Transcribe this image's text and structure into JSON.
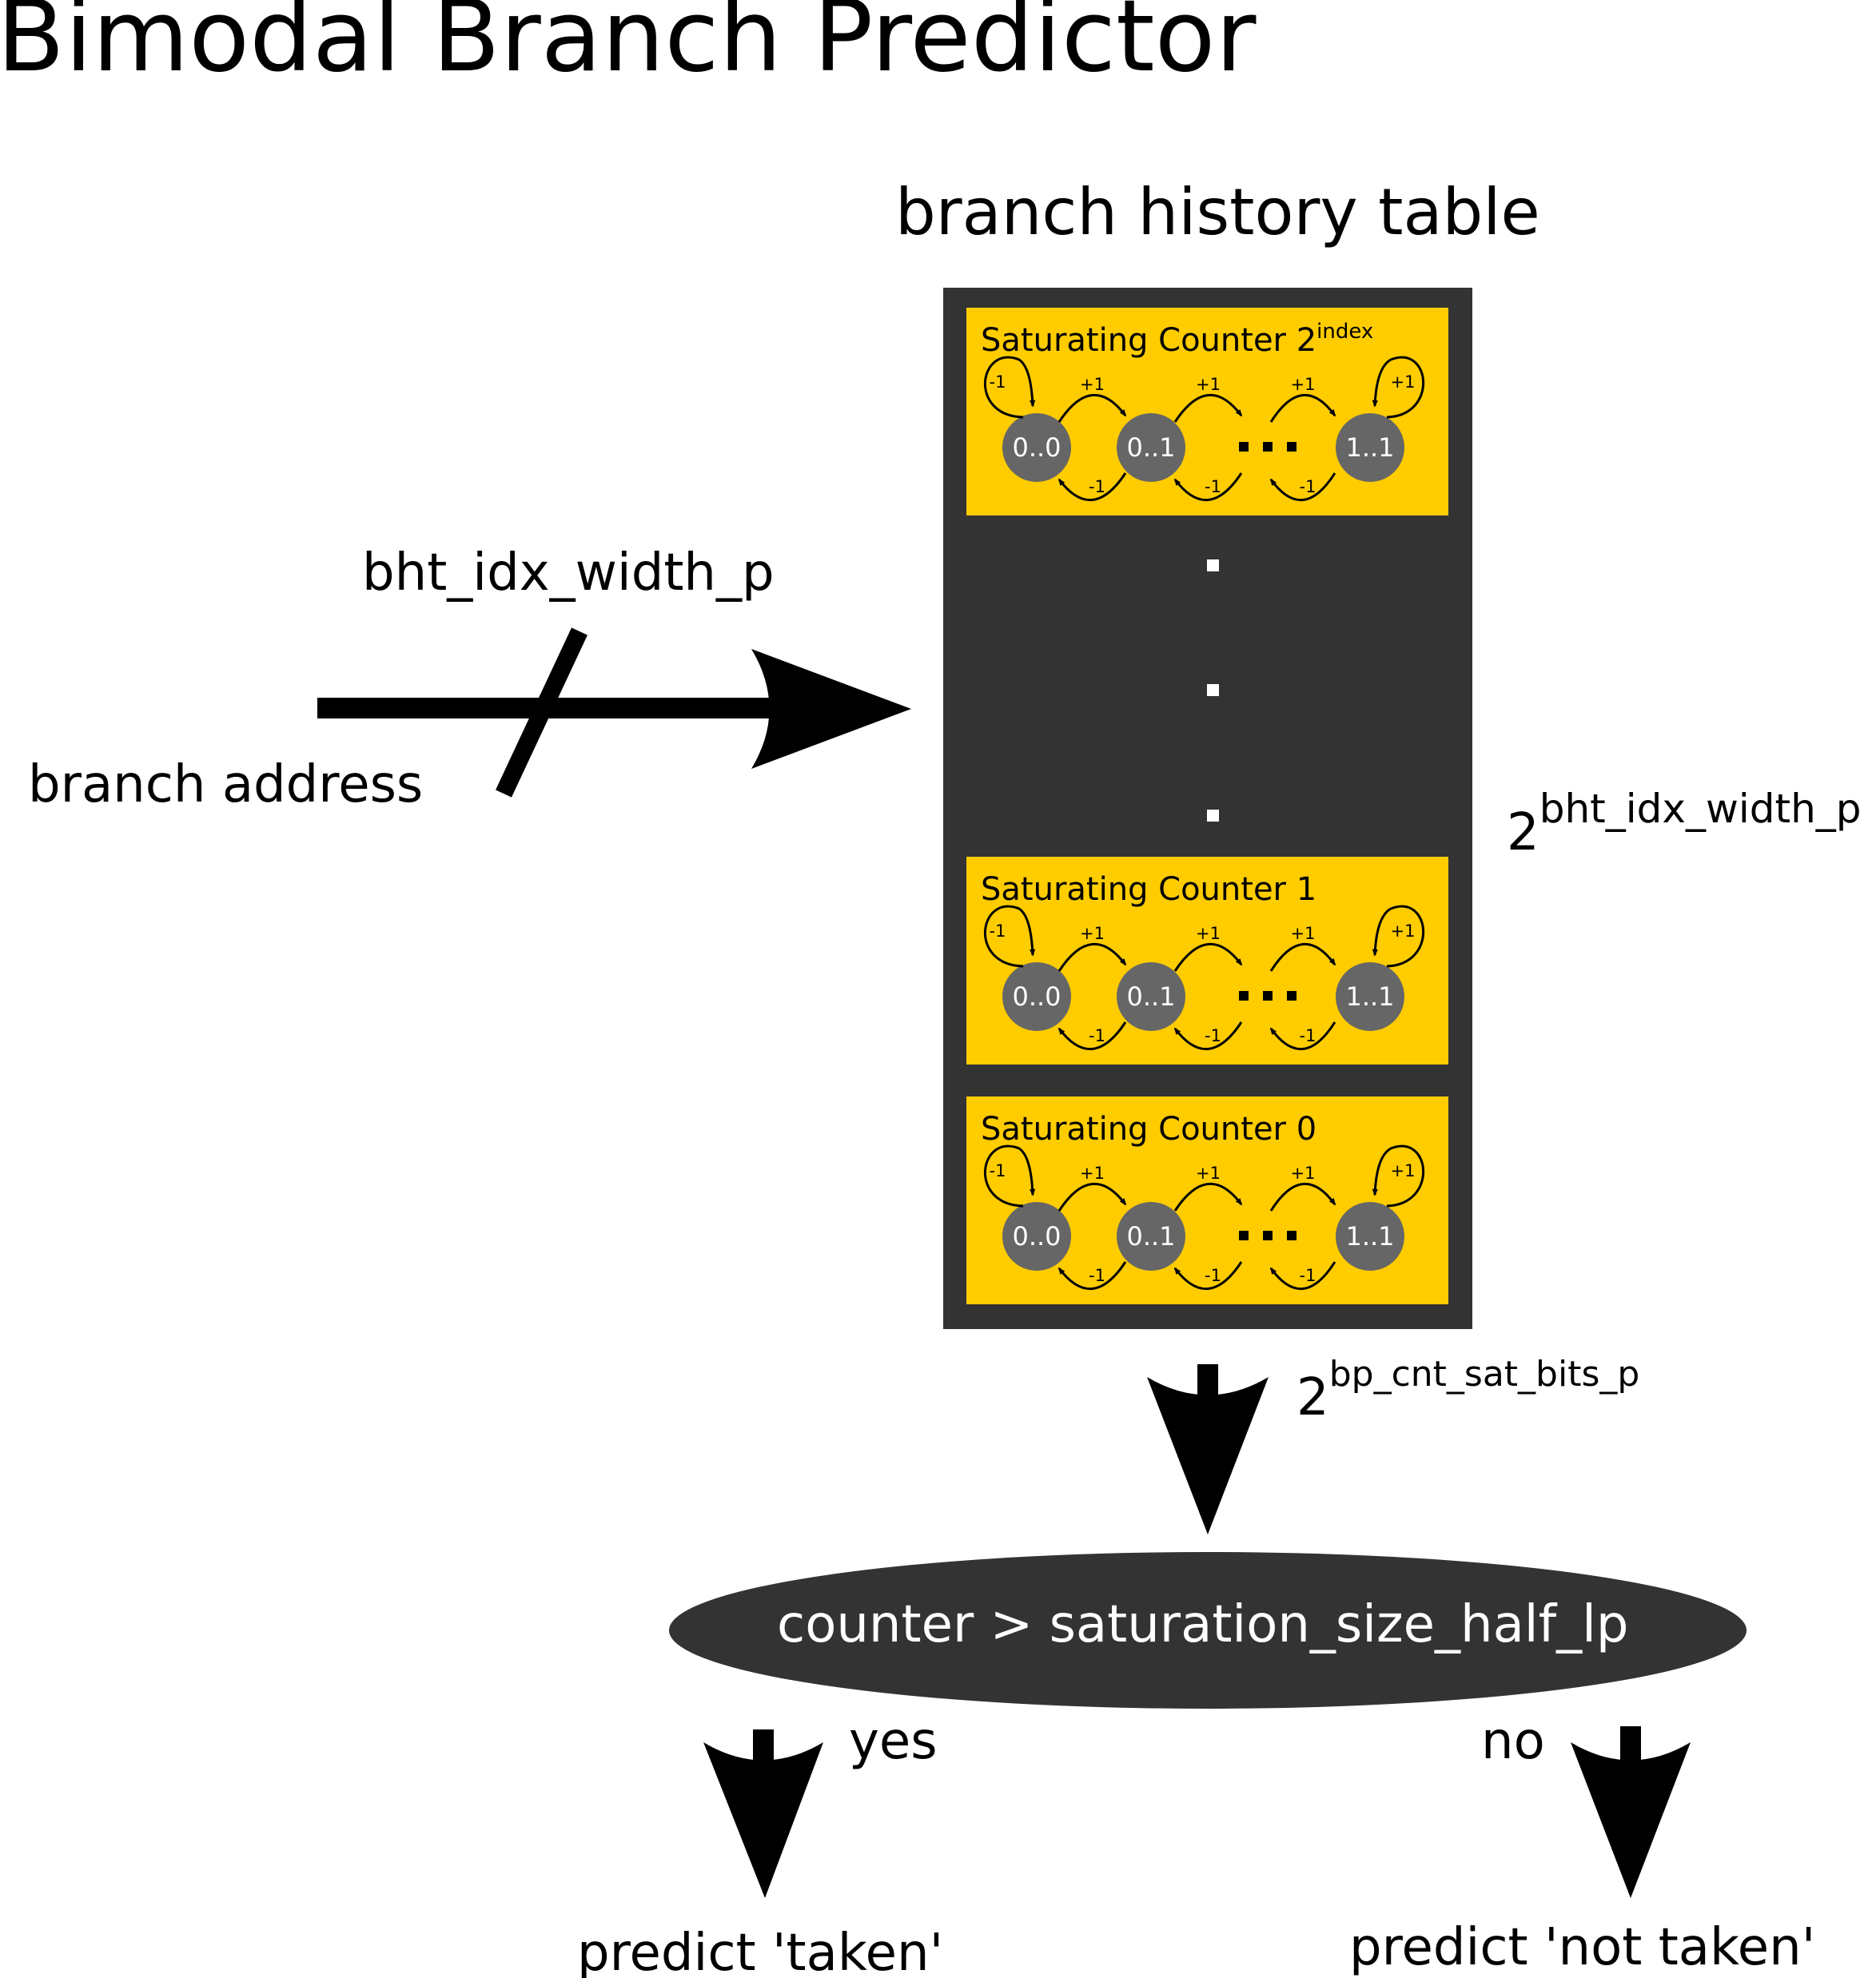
{
  "title": "Bimodal Branch Predictor",
  "table_label": "branch history table",
  "input": {
    "width_label": "bht_idx_width_p",
    "address_label": "branch address"
  },
  "table_size": {
    "base": "2",
    "exponent": "bht_idx_width_p"
  },
  "counters": [
    {
      "title": "Saturating Counter 2",
      "title_sup": "index"
    },
    {
      "title": "Saturating Counter 1",
      "title_sup": ""
    },
    {
      "title": "Saturating Counter 0",
      "title_sup": ""
    }
  ],
  "counter_states": [
    "0..0",
    "0..1",
    "1..1"
  ],
  "transition_labels": {
    "increment": "+1",
    "decrement": "-1"
  },
  "counter_output": {
    "base": "2",
    "exponent": "bp_cnt_sat_bits_p"
  },
  "comparison": "counter > saturation_size_half_lp",
  "branches": {
    "yes_label": "yes",
    "no_label": "no",
    "taken_label": "predict 'taken'",
    "not_taken_label": "predict 'not taken'"
  },
  "colors": {
    "table_bg": "#333333",
    "counter_bg": "#FFCC00",
    "state_fill": "#666666",
    "arrow": "#000000"
  }
}
